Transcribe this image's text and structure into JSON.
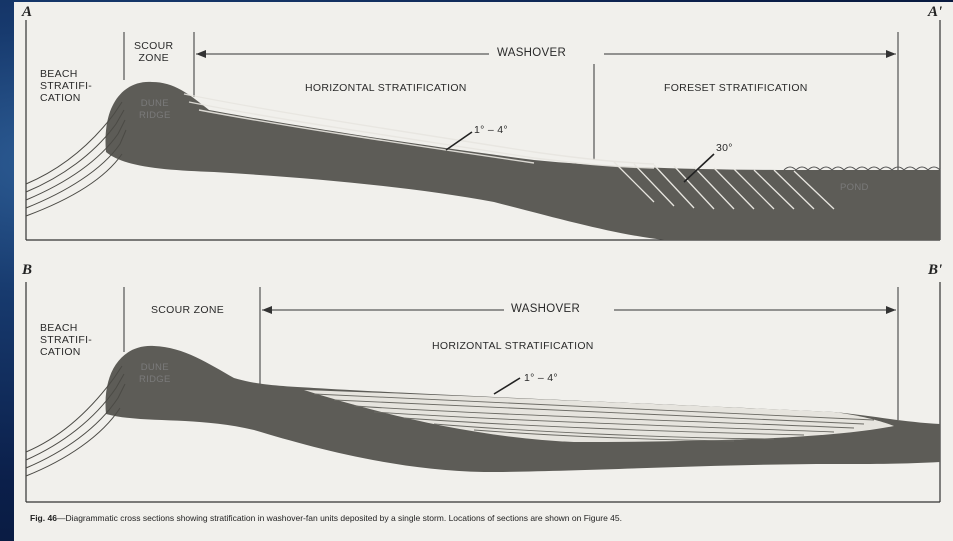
{
  "colors": {
    "background": "#0b1f4a",
    "paper": "#f1f0ec",
    "sediment": "#5d5c57",
    "ink": "#2a2a2a"
  },
  "section_a": {
    "start_letter": "A",
    "end_letter": "A'",
    "beach_label": "BEACH\nSTRATIFI-\nCATION",
    "scour_label": "SCOUR\nZONE",
    "washover_label": "WASHOVER",
    "horizontal_label": "HORIZONTAL STRATIFICATION",
    "foreset_label": "FORESET STRATIFICATION",
    "dune_label": "DUNE\nRIDGE",
    "angle_low": "1° – 4°",
    "angle_high": "30°",
    "pond_label": "POND"
  },
  "section_b": {
    "start_letter": "B",
    "end_letter": "B'",
    "beach_label": "BEACH\nSTRATIFI-\nCATION",
    "scour_label": "SCOUR ZONE",
    "washover_label": "WASHOVER",
    "horizontal_label": "HORIZONTAL STRATIFICATION",
    "dune_label": "DUNE\nRIDGE",
    "angle_low": "1° – 4°"
  },
  "caption": {
    "fig_no": "Fig. 46",
    "text": "—Diagrammatic cross sections showing stratification in washover-fan units deposited by a single storm. Locations of sections are shown on Figure 45."
  }
}
